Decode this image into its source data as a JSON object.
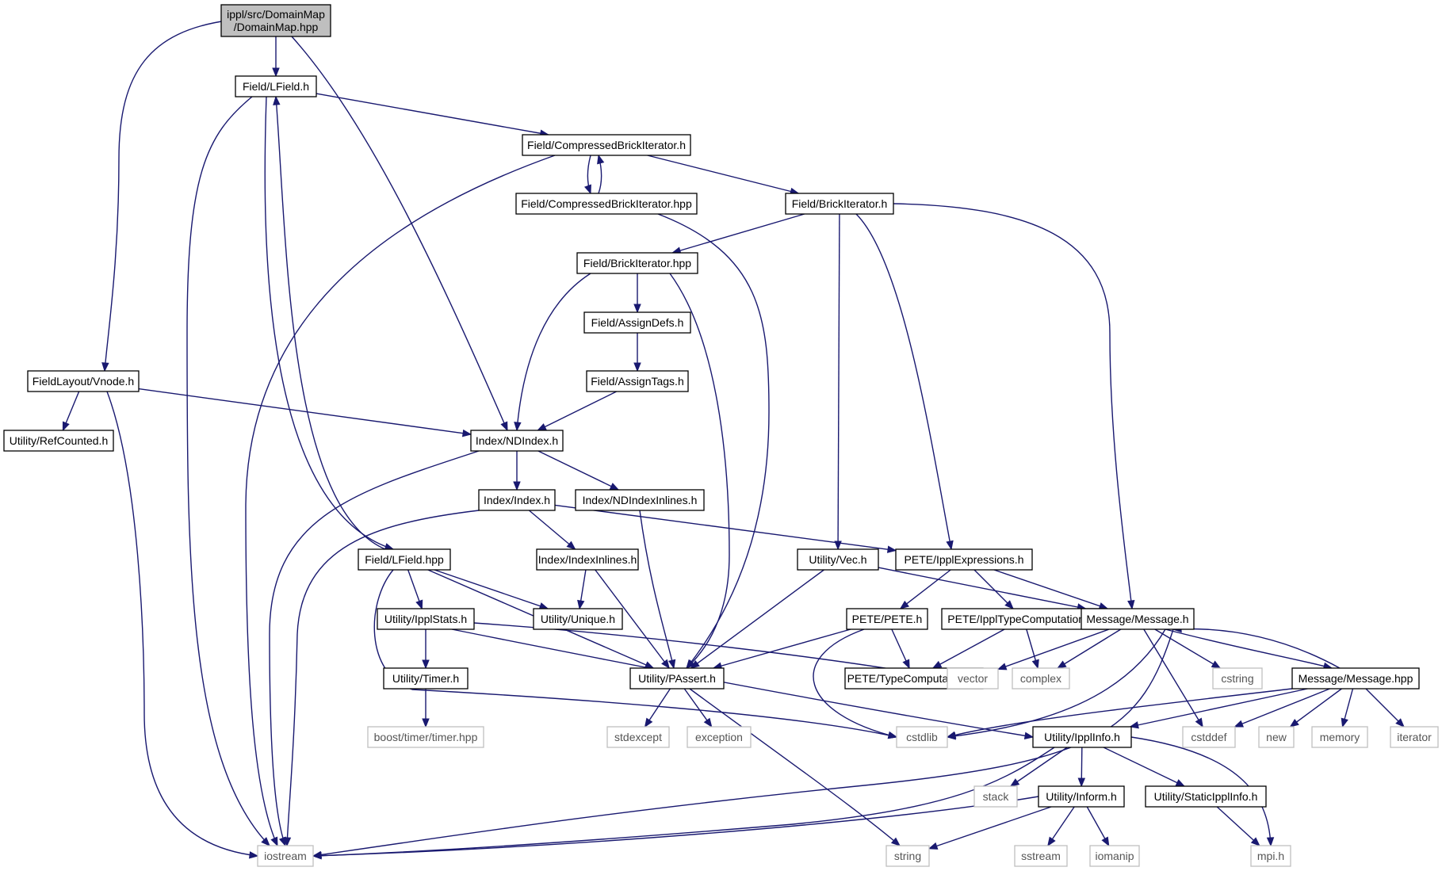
{
  "graph": {
    "colors": {
      "edge": "#191970",
      "root_fill": "#bfbfbf",
      "node_border": "#000000",
      "external_border": "#bfbfbf",
      "text": "#000000",
      "external_text": "#555555"
    },
    "nodes": [
      {
        "id": "n_root",
        "lines": [
          "ippl/src/DomainMap",
          "/DomainMap.hpp"
        ],
        "kind": "root"
      },
      {
        "id": "n_lfield",
        "lines": [
          "Field/LField.h"
        ],
        "kind": "file"
      },
      {
        "id": "n_cbi",
        "lines": [
          "Field/CompressedBrickIterator.h"
        ],
        "kind": "file"
      },
      {
        "id": "n_cbihpp",
        "lines": [
          "Field/CompressedBrickIterator.hpp"
        ],
        "kind": "file"
      },
      {
        "id": "n_bi",
        "lines": [
          "Field/BrickIterator.h"
        ],
        "kind": "file"
      },
      {
        "id": "n_bihpp",
        "lines": [
          "Field/BrickIterator.hpp"
        ],
        "kind": "file"
      },
      {
        "id": "n_assigndefs",
        "lines": [
          "Field/AssignDefs.h"
        ],
        "kind": "file"
      },
      {
        "id": "n_assigntags",
        "lines": [
          "Field/AssignTags.h"
        ],
        "kind": "file"
      },
      {
        "id": "n_vnode",
        "lines": [
          "FieldLayout/Vnode.h"
        ],
        "kind": "file"
      },
      {
        "id": "n_refcounted",
        "lines": [
          "Utility/RefCounted.h"
        ],
        "kind": "file"
      },
      {
        "id": "n_ndindex",
        "lines": [
          "Index/NDIndex.h"
        ],
        "kind": "file"
      },
      {
        "id": "n_index",
        "lines": [
          "Index/Index.h"
        ],
        "kind": "file"
      },
      {
        "id": "n_ndindexinl",
        "lines": [
          "Index/NDIndexInlines.h"
        ],
        "kind": "file"
      },
      {
        "id": "n_lfieldhpp",
        "lines": [
          "Field/LField.hpp"
        ],
        "kind": "file"
      },
      {
        "id": "n_indexinl",
        "lines": [
          "Index/IndexInlines.h"
        ],
        "kind": "file"
      },
      {
        "id": "n_vec",
        "lines": [
          "Utility/Vec.h"
        ],
        "kind": "file"
      },
      {
        "id": "n_pexpr",
        "lines": [
          "PETE/IpplExpressions.h"
        ],
        "kind": "file"
      },
      {
        "id": "n_ipplstats",
        "lines": [
          "Utility/IpplStats.h"
        ],
        "kind": "file"
      },
      {
        "id": "n_unique",
        "lines": [
          "Utility/Unique.h"
        ],
        "kind": "file"
      },
      {
        "id": "n_pete",
        "lines": [
          "PETE/PETE.h"
        ],
        "kind": "file"
      },
      {
        "id": "n_ptypecomp",
        "lines": [
          "PETE/IpplTypeComputations.h"
        ],
        "kind": "file"
      },
      {
        "id": "n_message",
        "lines": [
          "Message/Message.h"
        ],
        "kind": "file"
      },
      {
        "id": "n_timer",
        "lines": [
          "Utility/Timer.h"
        ],
        "kind": "file"
      },
      {
        "id": "n_passert",
        "lines": [
          "Utility/PAssert.h"
        ],
        "kind": "file"
      },
      {
        "id": "n_typecomp",
        "lines": [
          "PETE/TypeComputations.h"
        ],
        "kind": "file"
      },
      {
        "id": "n_vector",
        "lines": [
          "vector"
        ],
        "kind": "external"
      },
      {
        "id": "n_complex",
        "lines": [
          "complex"
        ],
        "kind": "external"
      },
      {
        "id": "n_cstring",
        "lines": [
          "cstring"
        ],
        "kind": "external"
      },
      {
        "id": "n_messagehpp",
        "lines": [
          "Message/Message.hpp"
        ],
        "kind": "file"
      },
      {
        "id": "n_boost",
        "lines": [
          "boost/timer/timer.hpp"
        ],
        "kind": "external"
      },
      {
        "id": "n_stdexcept",
        "lines": [
          "stdexcept"
        ],
        "kind": "external"
      },
      {
        "id": "n_exception",
        "lines": [
          "exception"
        ],
        "kind": "external"
      },
      {
        "id": "n_cstdlib",
        "lines": [
          "cstdlib"
        ],
        "kind": "external"
      },
      {
        "id": "n_ipplinfo",
        "lines": [
          "Utility/IpplInfo.h"
        ],
        "kind": "file"
      },
      {
        "id": "n_cstddef",
        "lines": [
          "cstddef"
        ],
        "kind": "external"
      },
      {
        "id": "n_new",
        "lines": [
          "new"
        ],
        "kind": "external"
      },
      {
        "id": "n_memory",
        "lines": [
          "memory"
        ],
        "kind": "external"
      },
      {
        "id": "n_iterator",
        "lines": [
          "iterator"
        ],
        "kind": "external"
      },
      {
        "id": "n_stack",
        "lines": [
          "stack"
        ],
        "kind": "external"
      },
      {
        "id": "n_inform",
        "lines": [
          "Utility/Inform.h"
        ],
        "kind": "file"
      },
      {
        "id": "n_staticippl",
        "lines": [
          "Utility/StaticIpplInfo.h"
        ],
        "kind": "file"
      },
      {
        "id": "n_iostream",
        "lines": [
          "iostream"
        ],
        "kind": "external"
      },
      {
        "id": "n_string",
        "lines": [
          "string"
        ],
        "kind": "external"
      },
      {
        "id": "n_sstream",
        "lines": [
          "sstream"
        ],
        "kind": "external"
      },
      {
        "id": "n_iomanip",
        "lines": [
          "iomanip"
        ],
        "kind": "external"
      },
      {
        "id": "n_mpi",
        "lines": [
          "mpi.h"
        ],
        "kind": "external"
      }
    ],
    "edges": [
      {
        "from": "n_root",
        "to": "n_lfield"
      },
      {
        "from": "n_root",
        "to": "n_vnode"
      },
      {
        "from": "n_root",
        "to": "n_ndindex"
      },
      {
        "from": "n_lfield",
        "to": "n_cbi"
      },
      {
        "from": "n_lfield",
        "to": "n_iostream"
      },
      {
        "from": "n_lfield",
        "to": "n_lfieldhpp"
      },
      {
        "from": "n_lfieldhpp",
        "to": "n_lfield"
      },
      {
        "from": "n_cbi",
        "to": "n_cbihpp"
      },
      {
        "from": "n_cbihpp",
        "to": "n_cbi"
      },
      {
        "from": "n_cbi",
        "to": "n_bi"
      },
      {
        "from": "n_cbi",
        "to": "n_iostream"
      },
      {
        "from": "n_cbihpp",
        "to": "n_passert"
      },
      {
        "from": "n_bi",
        "to": "n_bihpp"
      },
      {
        "from": "n_bi",
        "to": "n_vec"
      },
      {
        "from": "n_bi",
        "to": "n_pexpr"
      },
      {
        "from": "n_bi",
        "to": "n_message"
      },
      {
        "from": "n_bihpp",
        "to": "n_ndindex"
      },
      {
        "from": "n_bihpp",
        "to": "n_assigndefs"
      },
      {
        "from": "n_bihpp",
        "to": "n_passert"
      },
      {
        "from": "n_assigndefs",
        "to": "n_assigntags"
      },
      {
        "from": "n_assigntags",
        "to": "n_ndindex"
      },
      {
        "from": "n_vnode",
        "to": "n_refcounted"
      },
      {
        "from": "n_vnode",
        "to": "n_ndindex"
      },
      {
        "from": "n_vnode",
        "to": "n_iostream"
      },
      {
        "from": "n_ndindex",
        "to": "n_index"
      },
      {
        "from": "n_ndindex",
        "to": "n_ndindexinl"
      },
      {
        "from": "n_ndindex",
        "to": "n_iostream"
      },
      {
        "from": "n_index",
        "to": "n_indexinl"
      },
      {
        "from": "n_index",
        "to": "n_pexpr"
      },
      {
        "from": "n_index",
        "to": "n_iostream"
      },
      {
        "from": "n_ndindexinl",
        "to": "n_passert"
      },
      {
        "from": "n_indexinl",
        "to": "n_unique"
      },
      {
        "from": "n_indexinl",
        "to": "n_passert"
      },
      {
        "from": "n_lfieldhpp",
        "to": "n_ipplstats"
      },
      {
        "from": "n_lfieldhpp",
        "to": "n_unique"
      },
      {
        "from": "n_lfieldhpp",
        "to": "n_passert"
      },
      {
        "from": "n_lfieldhpp",
        "to": "n_cstdlib"
      },
      {
        "from": "n_ipplstats",
        "to": "n_timer"
      },
      {
        "from": "n_ipplstats",
        "to": "n_vector"
      },
      {
        "from": "n_ipplstats",
        "to": "n_ipplinfo"
      },
      {
        "from": "n_timer",
        "to": "n_boost"
      },
      {
        "from": "n_vec",
        "to": "n_passert"
      },
      {
        "from": "n_vec",
        "to": "n_message"
      },
      {
        "from": "n_pexpr",
        "to": "n_pete"
      },
      {
        "from": "n_pexpr",
        "to": "n_ptypecomp"
      },
      {
        "from": "n_pexpr",
        "to": "n_message"
      },
      {
        "from": "n_pete",
        "to": "n_passert"
      },
      {
        "from": "n_pete",
        "to": "n_typecomp"
      },
      {
        "from": "n_pete",
        "to": "n_cstdlib"
      },
      {
        "from": "n_ptypecomp",
        "to": "n_typecomp"
      },
      {
        "from": "n_ptypecomp",
        "to": "n_complex"
      },
      {
        "from": "n_passert",
        "to": "n_stdexcept"
      },
      {
        "from": "n_passert",
        "to": "n_exception"
      },
      {
        "from": "n_passert",
        "to": "n_string"
      },
      {
        "from": "n_message",
        "to": "n_vector"
      },
      {
        "from": "n_message",
        "to": "n_complex"
      },
      {
        "from": "n_message",
        "to": "n_cstring"
      },
      {
        "from": "n_message",
        "to": "n_cstdlib"
      },
      {
        "from": "n_message",
        "to": "n_cstddef"
      },
      {
        "from": "n_message",
        "to": "n_iostream"
      },
      {
        "from": "n_message",
        "to": "n_messagehpp"
      },
      {
        "from": "n_messagehpp",
        "to": "n_message"
      },
      {
        "from": "n_messagehpp",
        "to": "n_cstdlib"
      },
      {
        "from": "n_messagehpp",
        "to": "n_ipplinfo"
      },
      {
        "from": "n_messagehpp",
        "to": "n_cstddef"
      },
      {
        "from": "n_messagehpp",
        "to": "n_new"
      },
      {
        "from": "n_messagehpp",
        "to": "n_memory"
      },
      {
        "from": "n_messagehpp",
        "to": "n_iterator"
      },
      {
        "from": "n_ipplinfo",
        "to": "n_stack"
      },
      {
        "from": "n_ipplinfo",
        "to": "n_inform"
      },
      {
        "from": "n_ipplinfo",
        "to": "n_staticippl"
      },
      {
        "from": "n_ipplinfo",
        "to": "n_iostream"
      },
      {
        "from": "n_ipplinfo",
        "to": "n_mpi"
      },
      {
        "from": "n_inform",
        "to": "n_iostream"
      },
      {
        "from": "n_inform",
        "to": "n_string"
      },
      {
        "from": "n_inform",
        "to": "n_sstream"
      },
      {
        "from": "n_inform",
        "to": "n_iomanip"
      },
      {
        "from": "n_staticippl",
        "to": "n_mpi"
      }
    ]
  }
}
